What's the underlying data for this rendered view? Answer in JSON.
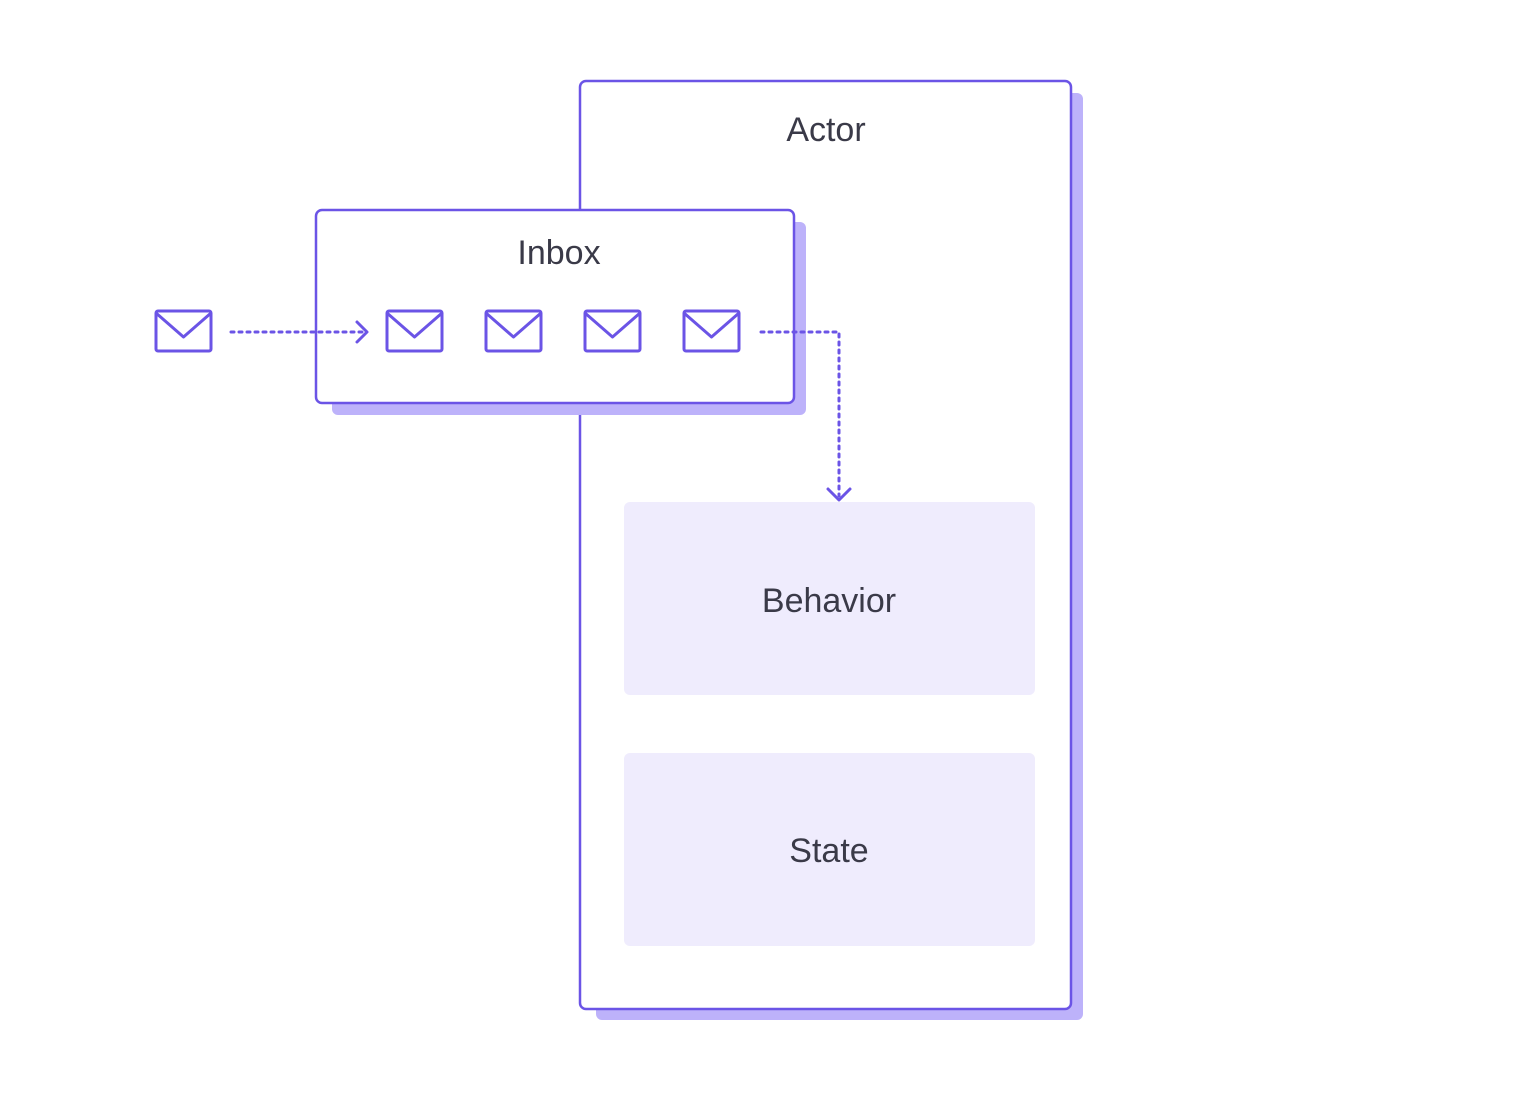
{
  "diagram": {
    "actor_label": "Actor",
    "inbox_label": "Inbox",
    "behavior_label": "Behavior",
    "state_label": "State"
  },
  "colors": {
    "stroke": "#6b54e6",
    "shadow": "#bdb2fa",
    "panel_fill": "#efecfd",
    "text": "#3a3a48",
    "background": "#ffffff"
  },
  "icons": {
    "message": "envelope-icon",
    "flow": "dotted-arrow"
  }
}
